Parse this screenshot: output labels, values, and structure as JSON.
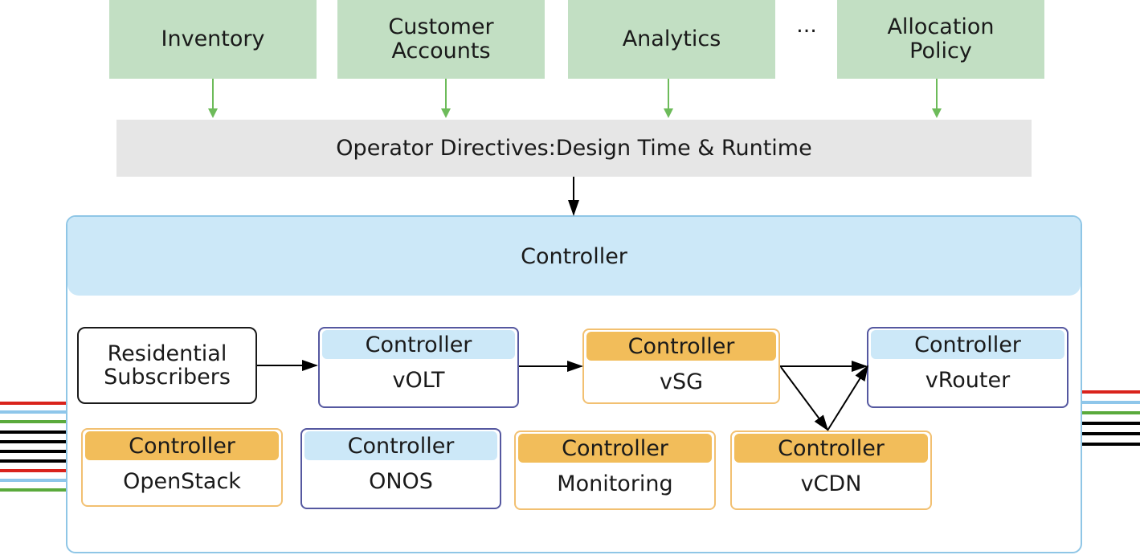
{
  "top_sources": [
    {
      "label": "Inventory"
    },
    {
      "label": "Customer\nAccounts"
    },
    {
      "label": "Analytics"
    },
    {
      "label": "Allocation\nPolicy"
    }
  ],
  "ellipsis": "...",
  "directives": {
    "label": "Operator Directives:Design Time & Runtime"
  },
  "controller": {
    "title": "Controller"
  },
  "subscribers": {
    "label": "Residential\nSubscribers"
  },
  "nodes": [
    {
      "header": "Controller",
      "name": "vOLT"
    },
    {
      "header": "Controller",
      "name": "vSG"
    },
    {
      "header": "Controller",
      "name": "vRouter"
    },
    {
      "header": "Controller",
      "name": "OpenStack"
    },
    {
      "header": "Controller",
      "name": "ONOS"
    },
    {
      "header": "Controller",
      "name": "Monitoring"
    },
    {
      "header": "Controller",
      "name": "vCDN"
    }
  ],
  "colors": {
    "source_fill": "#c2dfc3",
    "source_arrow": "#6dbb5a",
    "directive_fill": "#e6e6e6",
    "controller_fill": "#cce8f8",
    "controller_border": "#8fc6e6",
    "service_blue_border": "#5558a0",
    "service_orange_border": "#f2c071",
    "service_orange_header": "#f2bd5a",
    "line_colors": [
      "#d9231c",
      "#8ec6ea",
      "#5aaa3c",
      "#000000"
    ]
  }
}
